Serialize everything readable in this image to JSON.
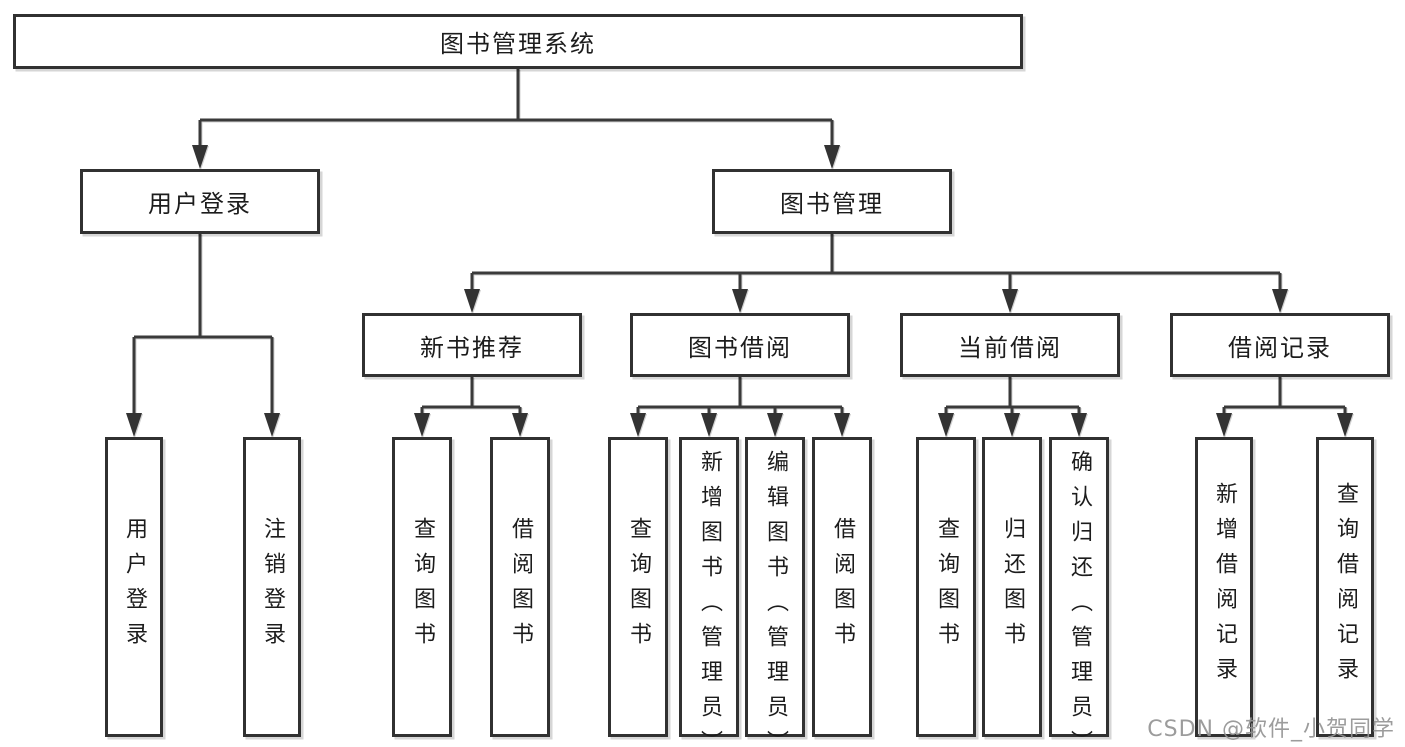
{
  "colors": {
    "line": "#3a3a3a",
    "box_border": "#313131",
    "box_fill": "#ffffff",
    "text": "#1c1c1c",
    "watermark": "#949494"
  },
  "nodes": {
    "root": {
      "label": "图书管理系统"
    },
    "user_login": {
      "label": "用户登录"
    },
    "book_mgmt": {
      "label": "图书管理"
    },
    "new_books": {
      "label": "新书推荐"
    },
    "book_borrow": {
      "label": "图书借阅"
    },
    "current_borrow": {
      "label": "当前借阅"
    },
    "borrow_records": {
      "label": "借阅记录"
    },
    "leaves": {
      "user_login": {
        "label": "用户登录"
      },
      "logout": {
        "label": "注销登录"
      },
      "nb_query": {
        "label": "查询图书"
      },
      "nb_borrow": {
        "label": "借阅图书"
      },
      "bb_query": {
        "label": "查询图书"
      },
      "bb_add": {
        "label": "新增图书（管理员）"
      },
      "bb_edit": {
        "label": "编辑图书（管理员）"
      },
      "bb_borrow": {
        "label": "借阅图书"
      },
      "cb_query": {
        "label": "查询图书"
      },
      "cb_return": {
        "label": "归还图书"
      },
      "cb_confirm": {
        "label": "确认归还（管理员）"
      },
      "br_add": {
        "label": "新增借阅记录"
      },
      "br_query": {
        "label": "查询借阅记录"
      }
    }
  },
  "watermark": {
    "text": "CSDN @软件_小贺同学"
  }
}
